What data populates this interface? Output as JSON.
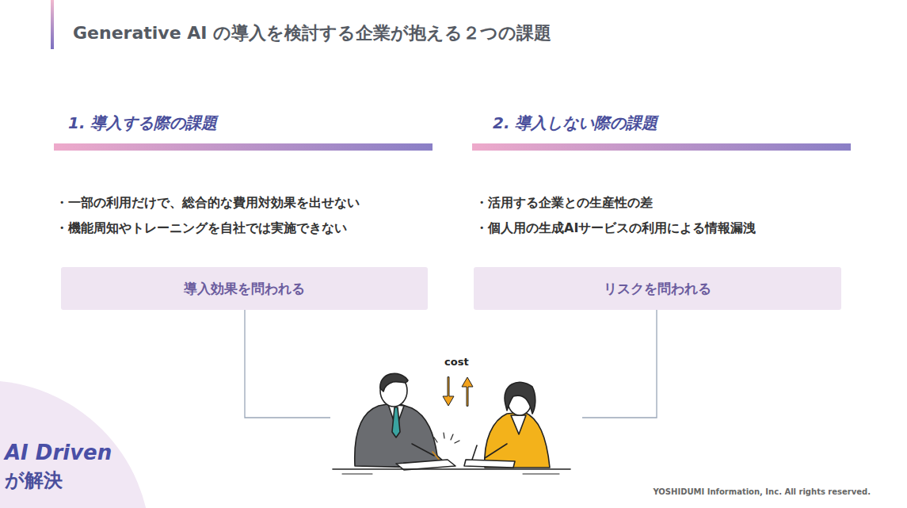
{
  "diagram": {
    "title": "Generative AI の導入を検討する企業が抱える２つの課題",
    "nodes": [
      {
        "text": [
          "導入効果を問われる"
        ]
      },
      {
        "text": [
          "リスクを問われる"
        ]
      },
      {
        "text": [
          "AI Driven",
          "が解決"
        ]
      }
    ],
    "labels": [
      "1. 導入する際の課題",
      "2. 導入しない際の課題",
      "・一部の利用だけで、総合的な費用対効果を出せない",
      "・機能周知やトレーニングを自社では実施できない",
      "・活用する企業との生産性の差",
      "・個人用の生成AIサービスの利用による情報漏洩",
      "cost",
      "YOSHIDUMI Information, Inc. All rights reserved."
    ]
  }
}
